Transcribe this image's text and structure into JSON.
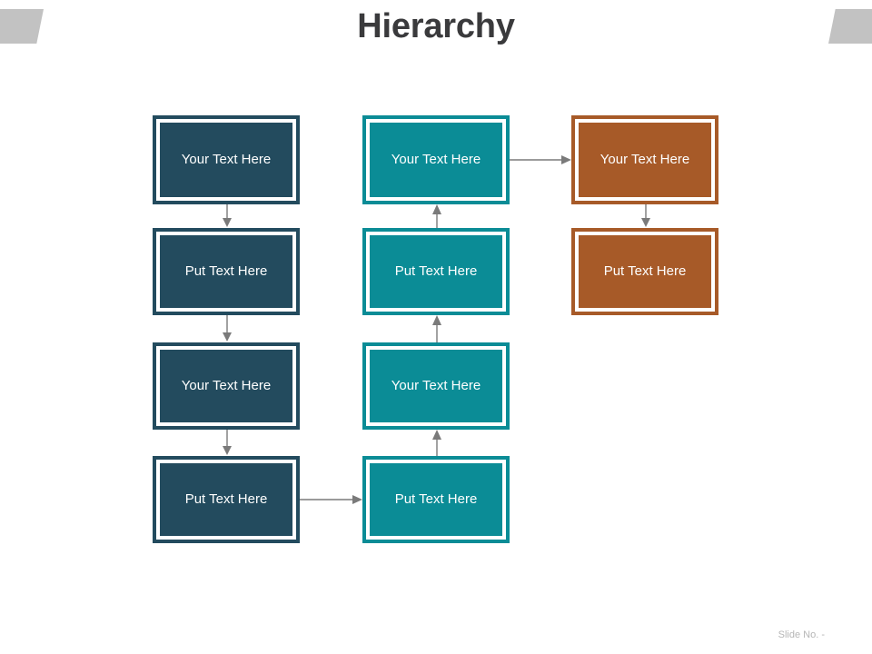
{
  "slide": {
    "title": "Hierarchy",
    "footer": "Slide No. -"
  },
  "colors": {
    "navy": "#234b5e",
    "teal": "#0b8c96",
    "rust": "#a75a28",
    "arrow": "#7a7a7a",
    "title_text": "#3a3a3c",
    "corner_decoration": "#c2c2c2",
    "footer_text": "#b6b6b6",
    "box_text": "#ffffff",
    "background": "#ffffff"
  },
  "columns": [
    {
      "name": "column-navy",
      "color": "navy",
      "nodes": [
        {
          "label": "Your Text Here"
        },
        {
          "label": "Put Text Here"
        },
        {
          "label": "Your Text Here"
        },
        {
          "label": "Put Text Here"
        }
      ]
    },
    {
      "name": "column-teal",
      "color": "teal",
      "nodes": [
        {
          "label": "Your Text Here"
        },
        {
          "label": "Put Text Here"
        },
        {
          "label": "Your Text Here"
        },
        {
          "label": "Put Text Here"
        }
      ]
    },
    {
      "name": "column-rust",
      "color": "rust",
      "nodes": [
        {
          "label": "Your Text Here"
        },
        {
          "label": "Put Text Here"
        }
      ]
    }
  ],
  "connectors": [
    {
      "name": "arrow-navy-1-to-2",
      "direction": "down"
    },
    {
      "name": "arrow-navy-2-to-3",
      "direction": "down"
    },
    {
      "name": "arrow-navy-3-to-4",
      "direction": "down"
    },
    {
      "name": "arrow-navy-4-to-teal-4",
      "direction": "right"
    },
    {
      "name": "arrow-teal-4-to-3",
      "direction": "up"
    },
    {
      "name": "arrow-teal-3-to-2",
      "direction": "up"
    },
    {
      "name": "arrow-teal-2-to-1",
      "direction": "up"
    },
    {
      "name": "arrow-teal-1-to-rust-1",
      "direction": "right"
    },
    {
      "name": "arrow-rust-1-to-2",
      "direction": "down"
    }
  ]
}
